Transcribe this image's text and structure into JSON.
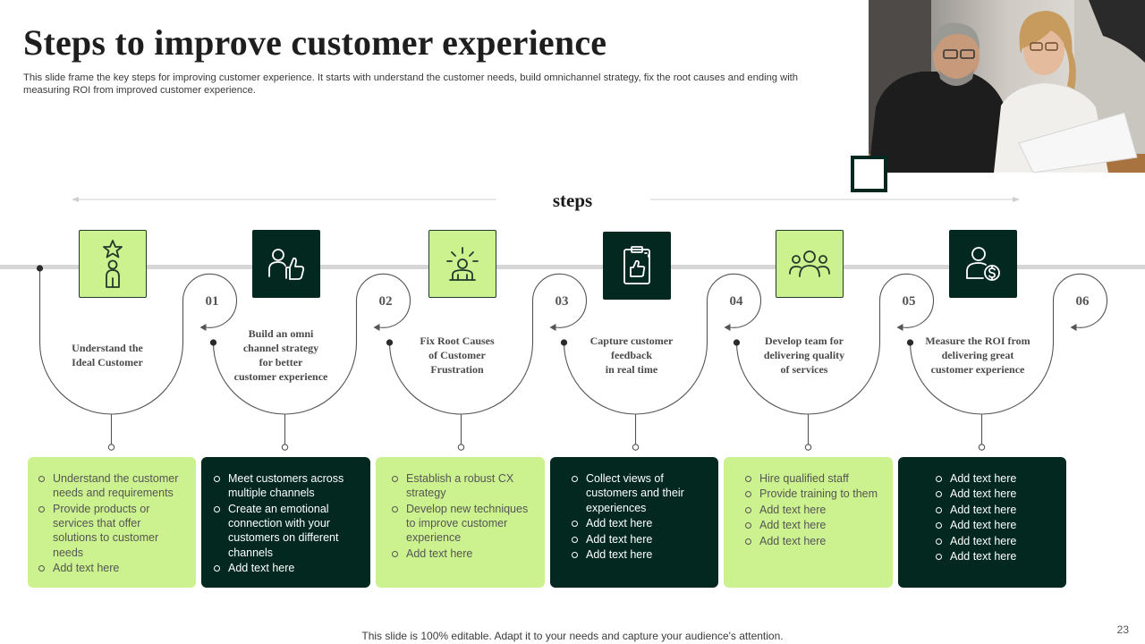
{
  "header": {
    "title": "Steps to improve customer experience",
    "subtitle": "This slide frame the key steps for improving customer experience. It starts with understand the customer needs, build omnichannel strategy, fix the root causes and ending with measuring ROI from improved customer experience."
  },
  "timeline_label": "steps",
  "colors": {
    "dark_green": "#03281f",
    "light_green": "#ccf28f",
    "timeline_bar": "#d6d6d6",
    "connector": "#555555"
  },
  "steps": [
    {
      "number": "01",
      "icon": "person-star-icon",
      "style": "light",
      "title": "Understand  the\nIdeal Customer",
      "bullets": [
        "Understand the customer needs and requirements",
        "Provide  products or services that offer solutions to customer needs",
        "Add text here"
      ]
    },
    {
      "number": "02",
      "icon": "hand-thumbs-up-icon",
      "style": "dark",
      "title": "Build an omni\nchannel strategy\nfor better\ncustomer experience",
      "bullets": [
        "Meet customers across multiple channels",
        "Create an emotional connection with your customers on different  channels",
        "Add text here"
      ]
    },
    {
      "number": "03",
      "icon": "frustrated-person-icon",
      "style": "light",
      "title": "Fix Root Causes\nof Customer\nFrustration",
      "bullets": [
        "Establish a robust CX strategy",
        "Develop  new techniques to improve customer experience",
        "Add text here"
      ]
    },
    {
      "number": "04",
      "icon": "feedback-clipboard-icon",
      "style": "dark",
      "title": "Capture  customer\nfeedback\nin real time",
      "bullets": [
        "Collect views  of customers and their experiences",
        "Add text here",
        "Add text here",
        "Add text here"
      ]
    },
    {
      "number": "05",
      "icon": "team-group-icon",
      "style": "light",
      "title": "Develop  team  for\ndelivering quality\nof services",
      "bullets": [
        "Hire  qualified  staff",
        "Provide  training to them",
        "Add text here",
        "Add text here",
        "Add text here"
      ]
    },
    {
      "number": "06",
      "icon": "person-dollar-icon",
      "style": "dark",
      "title": "Measure the ROI from\ndelivering great\ncustomer experience",
      "bullets": [
        "Add text here",
        "Add text here",
        "Add text here",
        "Add text here",
        "Add text here",
        "Add text here"
      ]
    }
  ],
  "footer": "This slide is 100% editable. Adapt it to your needs and capture your audience's attention.",
  "page_number": "23"
}
